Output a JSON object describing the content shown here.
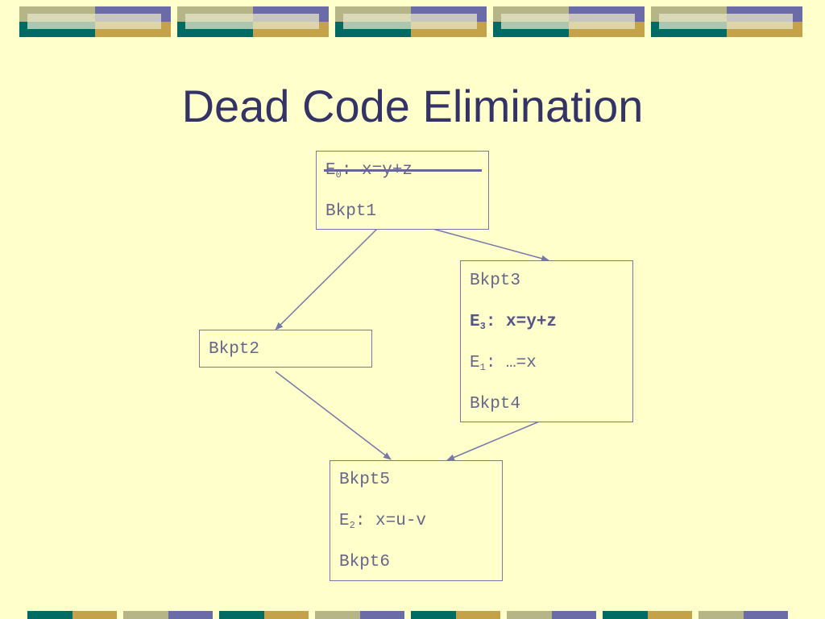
{
  "title": "Dead Code Elimination",
  "colors": {
    "background": "#ffffcc",
    "title": "#333366",
    "box_border": "#7777aa",
    "text": "#66668a",
    "teal": "#006b63",
    "gold": "#c4a24a",
    "purple": "#6b6ba8",
    "olive": "#b5b588"
  },
  "blocks": {
    "b1": {
      "e0_label": "E",
      "e0_sub": "0",
      "e0_code": ": x=y+z",
      "bkpt1": "Bkpt1"
    },
    "b2": {
      "bkpt2": "Bkpt2"
    },
    "b3": {
      "bkpt3": "Bkpt3",
      "e3_label": "E",
      "e3_sub": "3",
      "e3_code": ": x=y+z",
      "e1_label": "E",
      "e1_sub": "1",
      "e1_code": ": …=x",
      "bkpt4": "Bkpt4"
    },
    "b4": {
      "bkpt5": "Bkpt5",
      "e2_label": "E",
      "e2_sub": "2",
      "e2_code": ": x=u-v",
      "bkpt6": "Bkpt6"
    }
  }
}
